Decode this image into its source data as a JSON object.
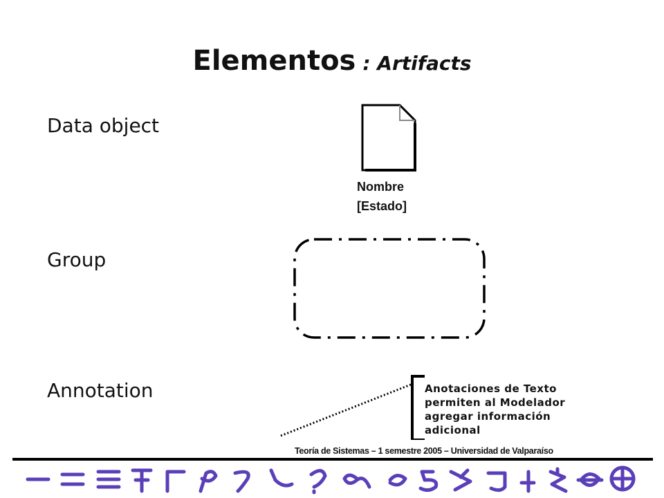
{
  "title": {
    "main": "Elementos",
    "sub": ": Artifacts"
  },
  "rows": {
    "data_object": {
      "label": "Data object",
      "caption_name": "Nombre",
      "caption_state": "[Estado]"
    },
    "group": {
      "label": "Group"
    },
    "annotation": {
      "label": "Annotation",
      "lines": [
        "Anotaciones de Texto",
        "permiten al Modelador",
        "agregar información",
        "adicional"
      ]
    }
  },
  "footer": {
    "note": "Teoría de Sistemas – 1 semestre 2005 – Universidad de Valparaíso"
  },
  "decoration": {
    "glyph_color": "#5a3fb8"
  }
}
